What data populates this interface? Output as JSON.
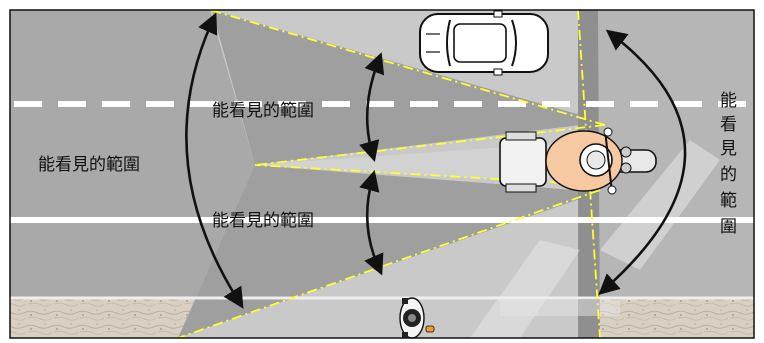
{
  "labels": {
    "left_outer": "能看見的範圍",
    "inner_top": "能看見的範圍",
    "inner_bottom": "能看見的範圍",
    "right_vertical": [
      "能",
      "看",
      "見",
      "的",
      "範",
      "圍"
    ]
  },
  "colors": {
    "road": "#a9a9a9",
    "visible_zone": "#c8c8c8",
    "blind_zone": "#8e8e8e",
    "lane_marking": "#ffffff",
    "sight_line": "#ffff33",
    "sidewalk": "#d9d2c4",
    "arrow": "#111111"
  },
  "icons": {
    "car": "car-icon",
    "motorcycle": "motorcycle-rider-icon",
    "pedestrian": "scooter-rider-icon"
  }
}
